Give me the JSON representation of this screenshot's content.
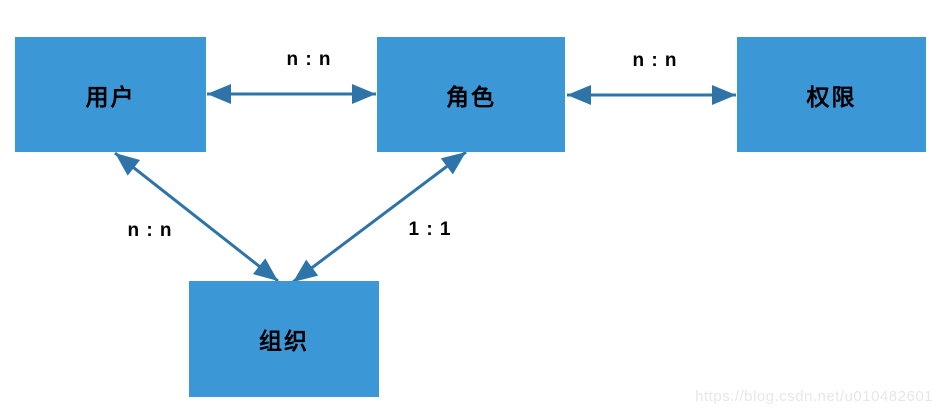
{
  "diagram": {
    "type": "entity-relationship",
    "nodes": [
      {
        "id": "user",
        "label": "用户"
      },
      {
        "id": "role",
        "label": "角色"
      },
      {
        "id": "permission",
        "label": "权限"
      },
      {
        "id": "organization",
        "label": "组织"
      }
    ],
    "edges": [
      {
        "from": "用户",
        "to": "角色",
        "label": "n : n",
        "style": "double-arrow"
      },
      {
        "from": "角色",
        "to": "权限",
        "label": "n : n",
        "style": "double-arrow"
      },
      {
        "from": "用户",
        "to": "组织",
        "label": "n : n",
        "style": "double-arrow"
      },
      {
        "from": "角色",
        "to": "组织",
        "label": "1 : 1",
        "style": "double-arrow"
      }
    ],
    "colors": {
      "node_fill": "#3b97d6",
      "connector": "#2e74a8",
      "label_text": "#000000",
      "watermark_text": "#e7e7ea",
      "background": "#ffffff"
    }
  },
  "watermark": {
    "text": "https://blog.csdn.net/u010482601"
  }
}
